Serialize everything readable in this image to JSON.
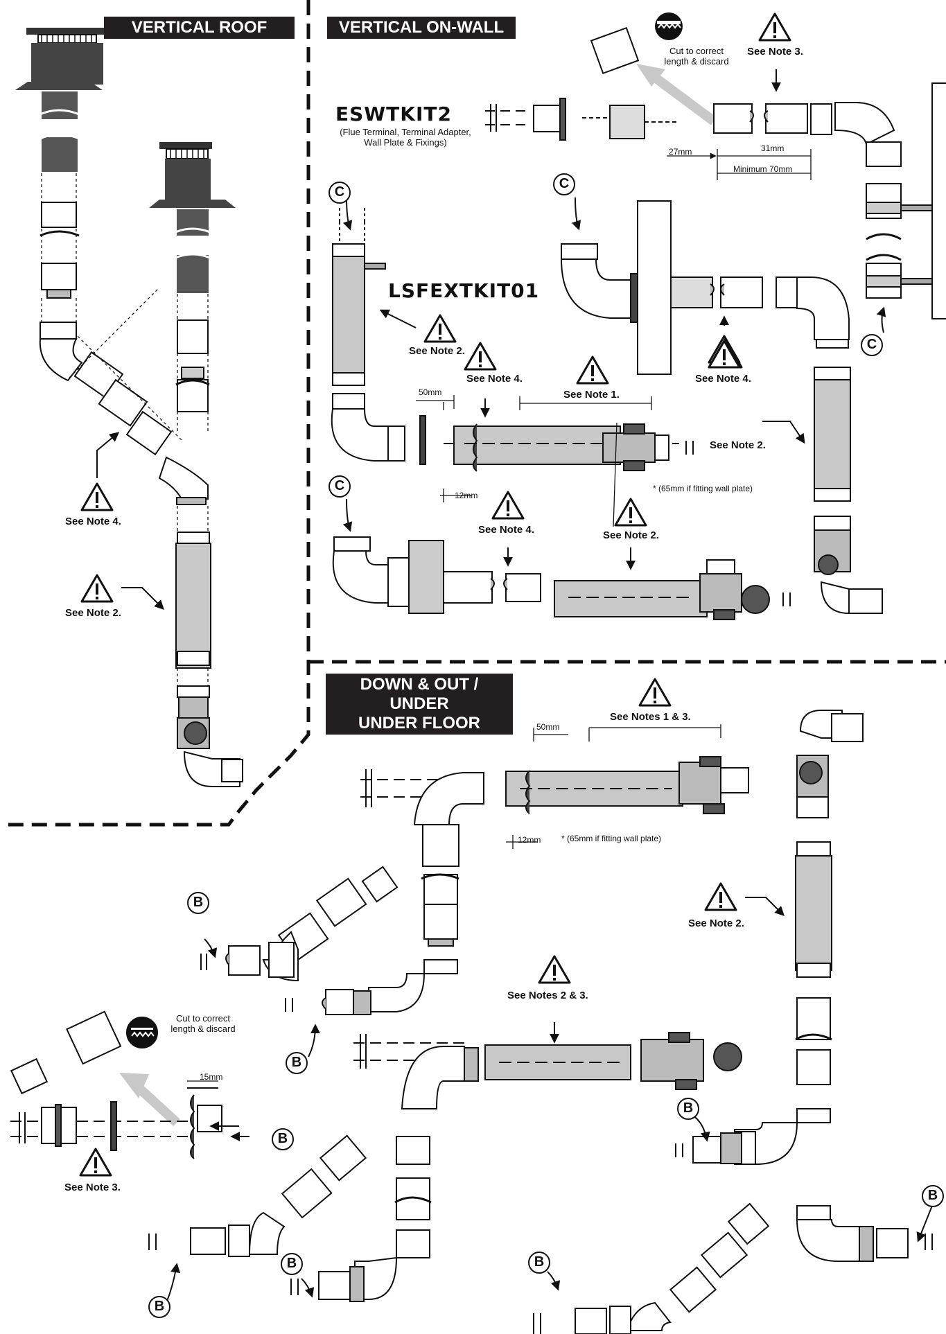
{
  "headers": {
    "vertical_roof": "VERTICAL ROOF",
    "vertical_on_wall": "VERTICAL ON-WALL",
    "down_out_line1": "DOWN & OUT / UNDER",
    "down_out_line2": "UNDER FLOOR"
  },
  "kits": {
    "eswtkit2": "ESWTKIT2",
    "eswtkit2_desc_line1": "(Flue Terminal, Terminal Adapter,",
    "eswtkit2_desc_line2": "Wall Plate & Fixings)",
    "lsfextkit01": "LSFEXTKIT01"
  },
  "notes": {
    "note1": "See Note 1.",
    "note2": "See Note 2.",
    "note3": "See Note 3.",
    "note4": "See Note 4.",
    "notes_1_3": "See Notes 1 & 3.",
    "notes_2_3": "See Notes 2 & 3."
  },
  "cut": {
    "line1": "Cut to correct",
    "line2": "length & discard"
  },
  "dimensions": {
    "d27": "27mm",
    "d31": "31mm",
    "min70": "Minimum 70mm",
    "d50": "50mm",
    "d12": "12mm",
    "d15": "15mm",
    "footnote": "* (65mm if fitting wall plate)"
  },
  "callouts": {
    "b": "B",
    "c": "C"
  },
  "icons": [
    "warning-icon",
    "cutter-icon",
    "arrow-icon"
  ],
  "colors": {
    "header_bg": "#231f20",
    "pipe_grey": "#c8c8c8",
    "dark_pipe": "#4a4a4a",
    "line": "#111111"
  }
}
